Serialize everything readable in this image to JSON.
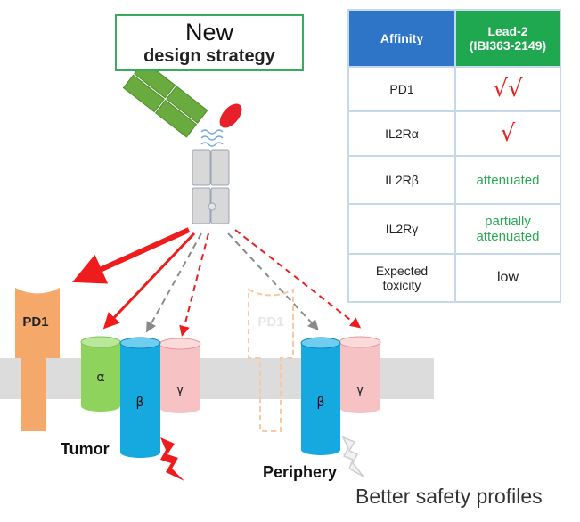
{
  "strategy_box": {
    "line1": "New",
    "line2": "design strategy"
  },
  "affinity_table": {
    "header": {
      "col1": "Affinity",
      "col2_line1": "Lead-2",
      "col2_line2": "(IBI363-2149)"
    },
    "rows": [
      {
        "label": "PD1",
        "value": "√√",
        "style": "check"
      },
      {
        "label": "IL2Rα",
        "value": "√",
        "style": "check"
      },
      {
        "label": "IL2Rβ",
        "value": "attenuated",
        "style": "green"
      },
      {
        "label": "IL2Rγ",
        "value_line1": "partially",
        "value_line2": "attenuated",
        "style": "green"
      },
      {
        "label_line1": "Expected",
        "label_line2": "toxicity",
        "value": "low",
        "style": "plain"
      }
    ]
  },
  "receptors": {
    "pd1_label": "PD1",
    "pd1_ghost_label": "PD1",
    "alpha": "α",
    "beta": "β",
    "gamma": "γ",
    "beta_periphery": "β",
    "gamma_periphery": "γ"
  },
  "labels": {
    "tumor": "Tumor",
    "periphery": "Periphery",
    "safety": "Better safety profiles"
  },
  "colors": {
    "membrane": "#dcdcdc",
    "pd1": "#f4a96a",
    "alpha": "#8dd35c",
    "beta": "#16a9e0",
    "gamma": "#f7c2c4",
    "antibody": "#6aab3f",
    "cytokine": "#e8202a",
    "strong_arrow": "#ee1c1c",
    "dashed_gray": "#8a8a8a"
  }
}
